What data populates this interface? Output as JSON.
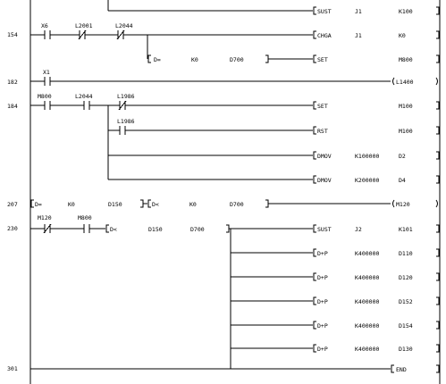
{
  "steps": {
    "s154": "154",
    "s182": "182",
    "s184": "184",
    "s207": "207",
    "s230": "230",
    "s301": "301"
  },
  "r0": {
    "op": "SUST",
    "a1": "J1",
    "a2": "K100"
  },
  "r154": {
    "c1": "X6",
    "c2": "L2001",
    "c3": "L2044",
    "cmp_op": "D=",
    "cmp_a1": "K0",
    "cmp_a2": "D700",
    "o1": {
      "op": "CHGA",
      "a1": "J1",
      "a2": "K0"
    },
    "o2": {
      "op": "SET",
      "a1": "M800"
    }
  },
  "r182": {
    "c1": "X1",
    "out": "L1400"
  },
  "r184": {
    "c1": "M800",
    "c2": "L2044",
    "c3": "L1986",
    "c4": "L1986",
    "o1": {
      "op": "SET",
      "a1": "M100"
    },
    "o2": {
      "op": "RST",
      "a1": "M100"
    },
    "o3": {
      "op": "DMOV",
      "a1": "K100000",
      "a2": "D2"
    },
    "o4": {
      "op": "DMOV",
      "a1": "K200000",
      "a2": "D4"
    }
  },
  "r207": {
    "cmp1_op": "D=",
    "cmp1_a1": "K0",
    "cmp1_a2": "D150",
    "cmp2_op": "D<",
    "cmp2_a1": "K0",
    "cmp2_a2": "D700",
    "out": "M120"
  },
  "r230": {
    "c1": "M120",
    "c2": "M800",
    "cmp_op": "D<",
    "cmp_a1": "D150",
    "cmp_a2": "D700",
    "o1": {
      "op": "SUST",
      "a1": "J2",
      "a2": "K101"
    },
    "o2": {
      "op": "D+P",
      "a1": "K400000",
      "a2": "D110"
    },
    "o3": {
      "op": "D+P",
      "a1": "K400000",
      "a2": "D120"
    },
    "o4": {
      "op": "D+P",
      "a1": "K400000",
      "a2": "D152"
    },
    "o5": {
      "op": "D+P",
      "a1": "K400000",
      "a2": "D154"
    },
    "o6": {
      "op": "D+P",
      "a1": "K400000",
      "a2": "D130"
    }
  },
  "r301": {
    "op": "END"
  }
}
